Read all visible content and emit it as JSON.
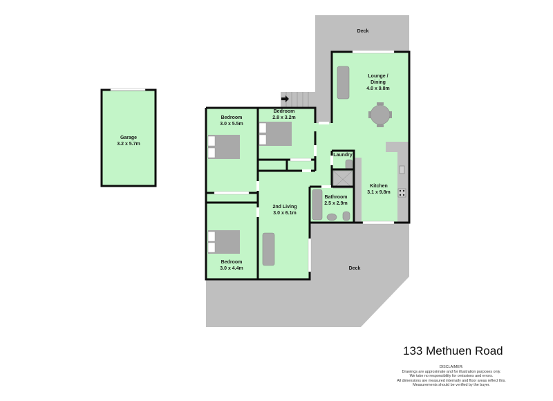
{
  "plan": {
    "address": "133 Methuen Road",
    "colors": {
      "room_fill": "#c3f5c8",
      "deck_fill": "#bfbfbf",
      "wall": "#0d0d0d",
      "fixture": "#a9a9a9",
      "background": "#ffffff"
    },
    "rooms": [
      {
        "id": "garage",
        "name": "Garage",
        "dim": "3.2 x 5.7m"
      },
      {
        "id": "bedroom-1",
        "name": "Bedroom",
        "dim": "3.0 x 5.5m"
      },
      {
        "id": "bedroom-2",
        "name": "Bedroom",
        "dim": "2.8 x 3.2m"
      },
      {
        "id": "bedroom-3",
        "name": "Bedroom",
        "dim": "3.0 x 4.4m"
      },
      {
        "id": "second-living",
        "name": "2nd Living",
        "dim": "3.0 x 6.1m"
      },
      {
        "id": "lounge-dining",
        "name": "Lounge /",
        "name2": "Dining",
        "dim": "4.0 x 9.8m"
      },
      {
        "id": "laundry",
        "name": "Laundry",
        "dim": ""
      },
      {
        "id": "bathroom",
        "name": "Bathroom",
        "dim": "2.5 x 2.9m"
      },
      {
        "id": "kitchen",
        "name": "Kitchen",
        "dim": "3.1 x 9.8m"
      }
    ],
    "decks": [
      {
        "id": "deck-top",
        "name": "Deck"
      },
      {
        "id": "deck-bottom",
        "name": "Deck"
      }
    ],
    "disclaimer": {
      "heading": "DISCLAIMER:",
      "lines": [
        "Drawings are approximate and for illustration purposes only.",
        "We take no responsibility for omissions and errors.",
        "All dimensions are measured internally and floor areas reflect this.",
        "Measurements should be verified by the buyer."
      ]
    }
  }
}
